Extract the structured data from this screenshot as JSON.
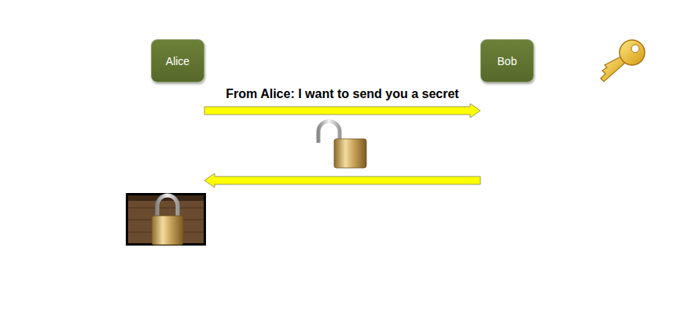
{
  "diagram": {
    "nodes": [
      {
        "text": [
          "Alice"
        ]
      },
      {
        "text": [
          "Bob"
        ]
      }
    ],
    "edges": [
      {
        "from": 0,
        "to": 1,
        "label": "From Alice: I want to send you a secret",
        "arrow": "to"
      },
      {
        "from": 1,
        "to": 0,
        "arrow": "to"
      }
    ]
  }
}
